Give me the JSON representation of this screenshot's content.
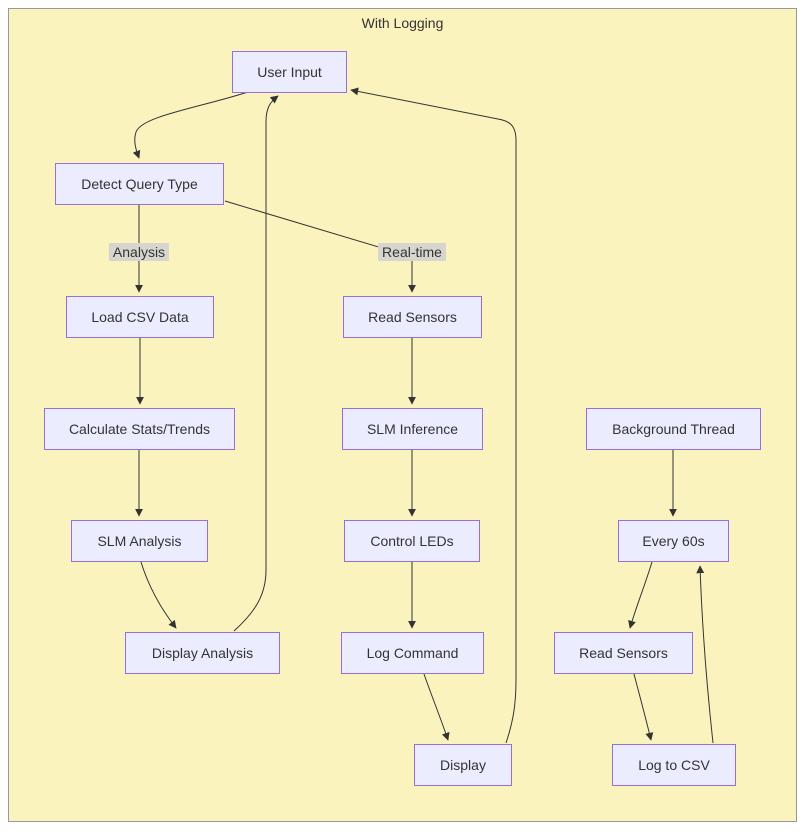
{
  "diagram": {
    "title": "With Logging",
    "nodes": {
      "user_input": "User Input",
      "detect_query_type": "Detect Query Type",
      "load_csv_data": "Load CSV Data",
      "calculate_stats_trends": "Calculate Stats/Trends",
      "slm_analysis": "SLM Analysis",
      "display_analysis": "Display Analysis",
      "read_sensors_realtime": "Read Sensors",
      "slm_inference": "SLM Inference",
      "control_leds": "Control LEDs",
      "log_command": "Log Command",
      "display": "Display",
      "background_thread": "Background Thread",
      "every_60s": "Every 60s",
      "read_sensors_logging": "Read Sensors",
      "log_to_csv": "Log to CSV"
    },
    "edge_labels": {
      "analysis": "Analysis",
      "realtime": "Real-time"
    },
    "colors": {
      "canvas_fill": "#fbf3be",
      "canvas_border": "#999999",
      "node_fill": "#ECECFF",
      "node_border": "#9370DB",
      "edge_stroke": "#333333",
      "edge_label_bg": "#d6d6ce",
      "text": "#333333"
    }
  }
}
